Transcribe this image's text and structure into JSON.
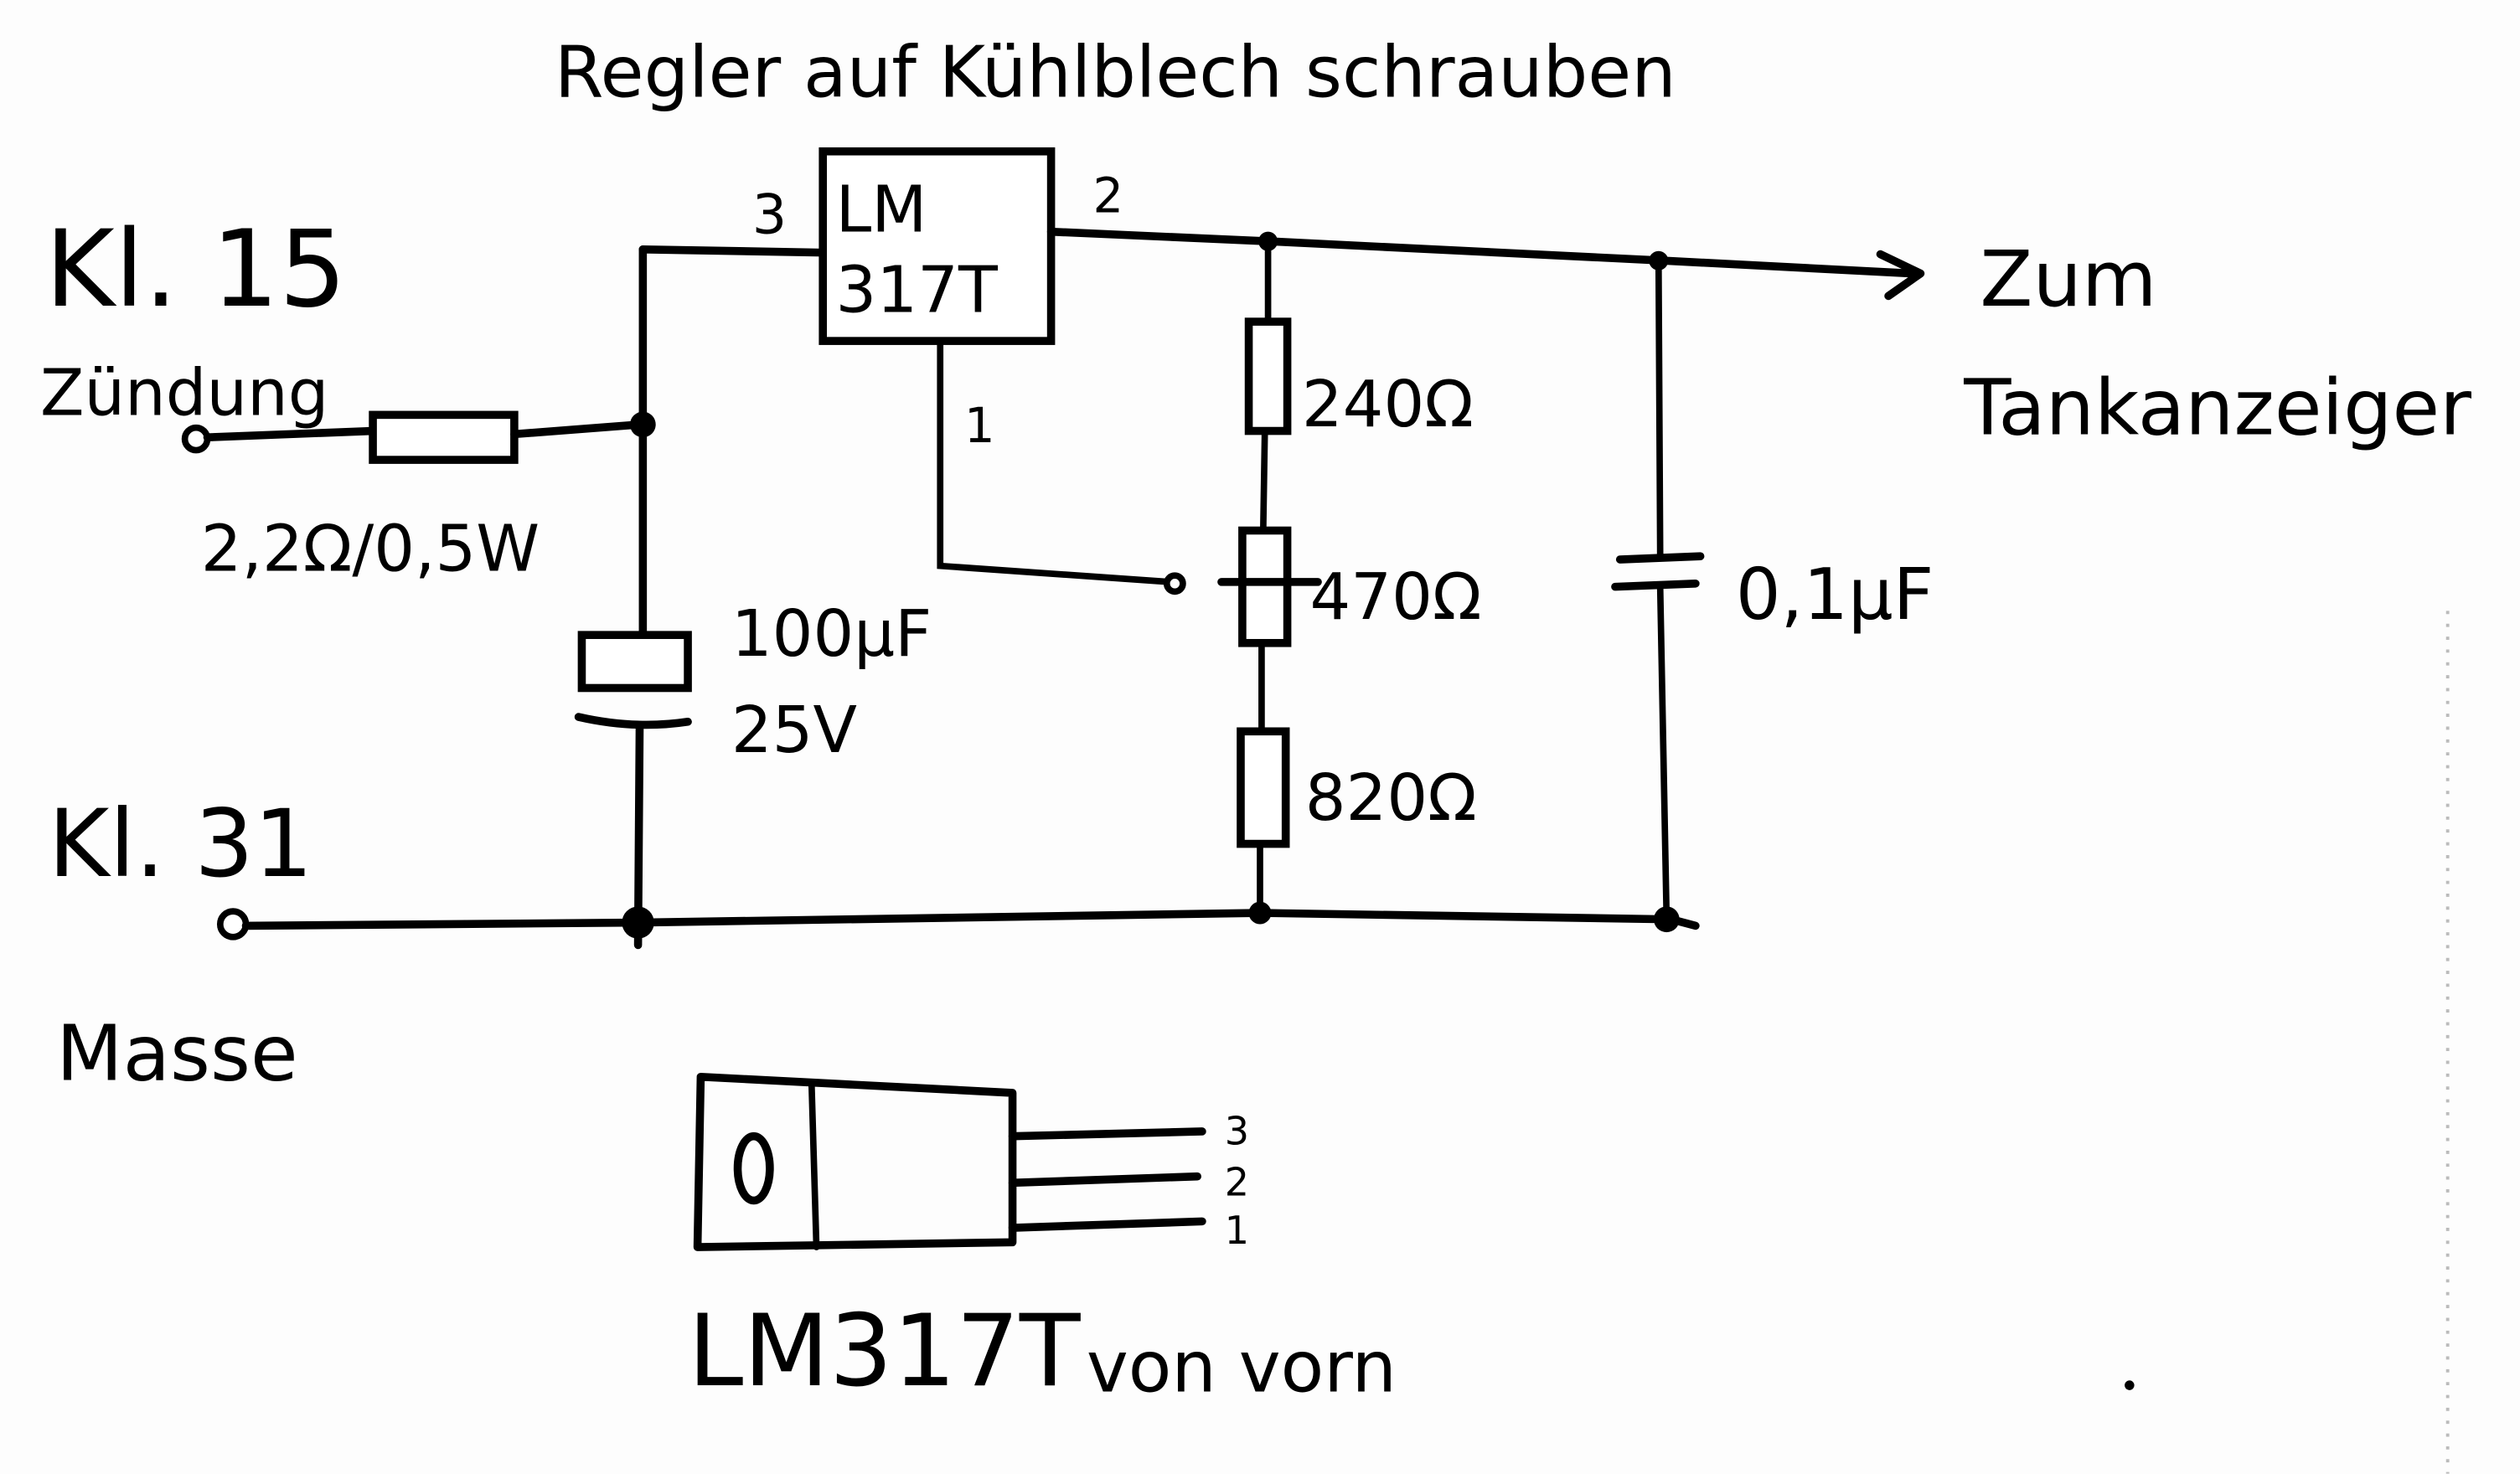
{
  "title": "Regler auf Kühlblech schrauben",
  "terminals": {
    "kl15": {
      "label": "Kl. 15",
      "sublabel": "Zündung"
    },
    "kl31": {
      "label": "Kl. 31",
      "sublabel": "Masse"
    },
    "output": {
      "label_line1": "Zum",
      "label_line2": "Tankanzeiger"
    }
  },
  "regulator": {
    "name_line1": "LM",
    "name_line2": "317T",
    "pin_in": "3",
    "pin_out": "2",
    "pin_adj": "1"
  },
  "components": {
    "series_resistor": "2,2Ω/0,5W",
    "electrolytic_cap_value": "100µF",
    "electrolytic_cap_voltage": "25V",
    "r_top": "240Ω",
    "potentiometer": "470Ω",
    "r_bottom": "820Ω",
    "output_cap": "0,1µF"
  },
  "package_view": {
    "tab_mark": "0",
    "pins": [
      "3",
      "2",
      "1"
    ],
    "caption_part": "LM317T",
    "caption_view": "von vorn"
  }
}
